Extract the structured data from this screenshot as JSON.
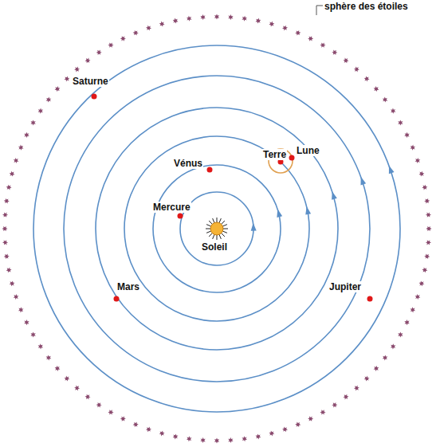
{
  "diagram": {
    "labels": [
      "sphère des étoiles",
      "Saturne",
      "Vénus",
      "Terre",
      "Lune",
      "Mercure",
      "Soleil",
      "Mars",
      "Jupiter"
    ]
  }
}
